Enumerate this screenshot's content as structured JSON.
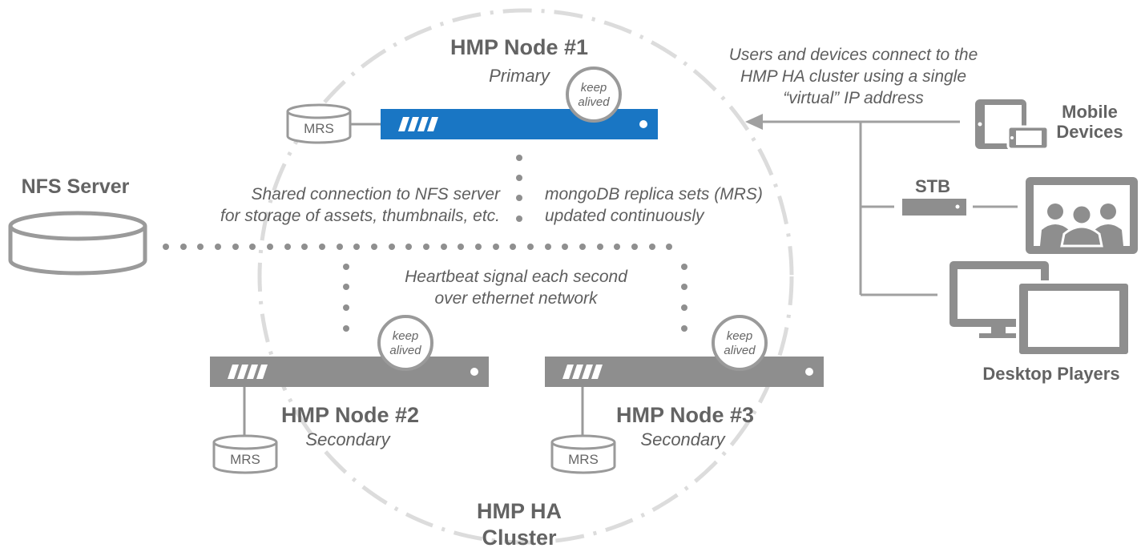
{
  "nodes": [
    {
      "title": "HMP Node #1",
      "role": "Primary",
      "keepalive": [
        "keep",
        "alived"
      ],
      "db": "MRS",
      "color": "#1976c4"
    },
    {
      "title": "HMP Node #2",
      "role": "Secondary",
      "keepalive": [
        "keep",
        "alived"
      ],
      "db": "MRS",
      "color": "#8e8e8e"
    },
    {
      "title": "HMP Node #3",
      "role": "Secondary",
      "keepalive": [
        "keep",
        "alived"
      ],
      "db": "MRS",
      "color": "#8e8e8e"
    }
  ],
  "nfs": {
    "title": "NFS Server"
  },
  "cluster": {
    "line1": "HMP HA",
    "line2": "Cluster"
  },
  "notes": {
    "shared": [
      "Shared connection to NFS server",
      "for storage of assets, thumbnails, etc."
    ],
    "mongo": [
      "mongoDB replica sets (MRS)",
      "updated continuously"
    ],
    "heartbeat": [
      "Heartbeat signal each second",
      "over ethernet network"
    ],
    "users": [
      "Users and devices connect to the",
      "HMP HA cluster using a single",
      "“virtual” IP address"
    ]
  },
  "devices": {
    "mobile": [
      "Mobile",
      "Devices"
    ],
    "stb": "STB",
    "desktop": "Desktop Players"
  },
  "icons": [
    "server-rack-icon",
    "database-icon",
    "tablet-icon",
    "phone-icon",
    "set-top-box-icon",
    "tv-audience-icon",
    "desktop-monitor-icon",
    "laptop-icon"
  ],
  "colors": {
    "primary": "#1976c4",
    "secondary": "#8e8e8e",
    "text": "#636363",
    "circle": "#dcdcdc"
  }
}
